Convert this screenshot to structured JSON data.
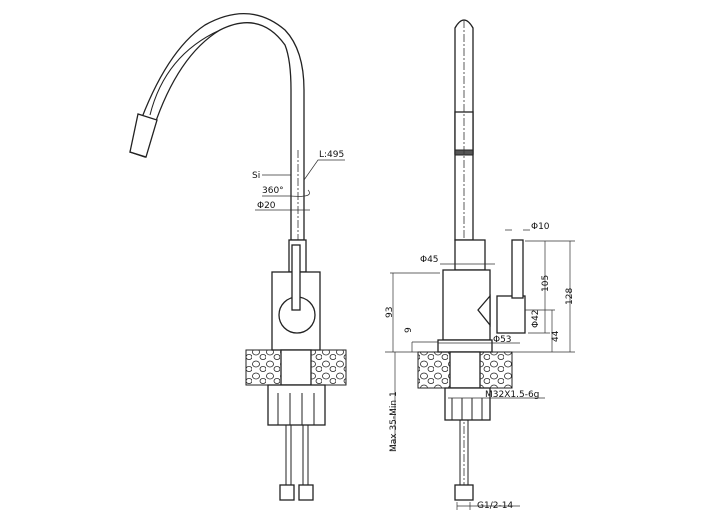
{
  "front_view": {
    "label_si": "Si",
    "label_length": "L:495",
    "label_rotation": "360°",
    "label_pipe_diameter": "Φ20"
  },
  "side_view": {
    "label_handle_diameter": "Φ10",
    "label_collar_diameter": "Φ45",
    "label_height_105": "105",
    "label_height_128": "128",
    "label_height_93": "93",
    "label_handle_body_diameter": "Φ42",
    "label_height_44": "44",
    "label_height_9": "9",
    "label_base_diameter": "Φ53",
    "label_thread": "M32X1.5-6g",
    "label_counter_thickness": "Max 35-Min 1",
    "label_hose_thread": "G1/2-14"
  }
}
